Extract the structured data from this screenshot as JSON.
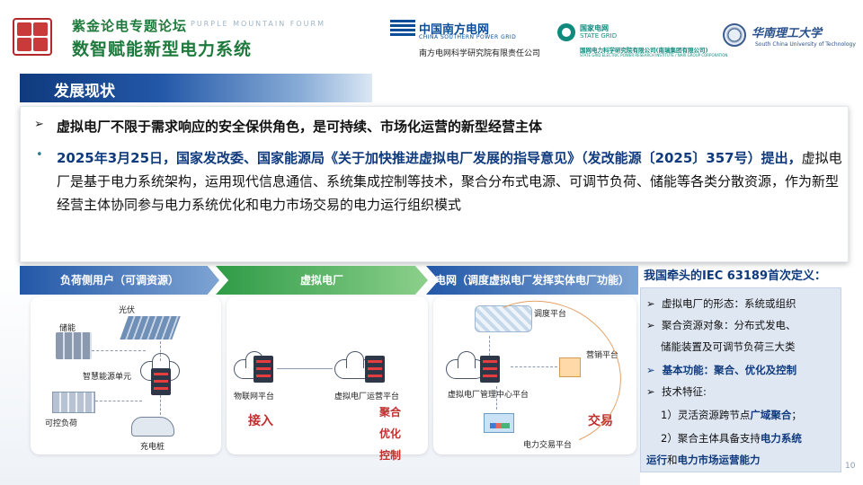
{
  "header": {
    "forum_title": "紫金论电专题论坛",
    "forum_title_en": "PURPLE MOUNTAIN FOURM",
    "forum_subtitle": "数智赋能新型电力系统",
    "csg_name": "中国南方电网",
    "csg_name_en": "CHINA SOUTHERN POWER GRID",
    "csg_institute": "南方电网科学研究院有限责任公司",
    "sg_name": "国家电网",
    "sg_name_en": "STATE GRID",
    "sg_institute": "国网电力科学研究院有限公司(南瑞集团有限公司)",
    "sg_institute_en": "STATE GRID ELECTRIC POWER RESEARCH INSTITUTE / NARI GROUP CORPORATION",
    "university_name": "华南理工大学",
    "university_name_en": "South China University of Technology"
  },
  "section": {
    "title": "发展现状"
  },
  "main": {
    "line1": "虚拟电厂不限于需求响应的安全保供角色，是可持续、市场化运营的新型经营主体",
    "para_highlight": "2025年3月25日，国家发改委、国家能源局《关于加快推进虚拟电厂发展的指导意见》（发改能源〔2025〕357号）提出，",
    "para_rest": "虚拟电厂是基于电力系统架构，运用现代信息通信、系统集成控制等技术，聚合分布式电源、可调节负荷、储能等各类分散资源，作为新型经营主体协同参与电力系统优化和电力市场交易的电力运行组织模式"
  },
  "diagram": {
    "col1_header": "负荷侧用户（可调资源）",
    "col2_header": "虚拟电厂",
    "col3_header": "电网（调度虚拟电厂发挥实体电厂功能）",
    "col1_labels": {
      "pv": "光伏",
      "storage": "储能",
      "smart_unit": "智慧能源单元",
      "load": "可控负荷",
      "charging": "充电桩"
    },
    "col2_labels": {
      "iot": "物联网平台",
      "vpp_op": "虚拟电厂运营平台",
      "access": "接入",
      "aggregate": "聚合",
      "optimize": "优化",
      "control": "控制"
    },
    "col3_labels": {
      "dispatch": "调度平台",
      "marketing": "营销平台",
      "mgmt_center": "虚拟电厂管理中心平台",
      "trade_platform": "电力交易平台",
      "trade": "交易"
    }
  },
  "iec": {
    "title": "我国牵头的IEC 63189首次定义：",
    "item1": "虚拟电厂的形态：系统或组织",
    "item2a": "聚合资源对象：分布式发电、",
    "item2b": "储能装置及可调节负荷三大类",
    "item3": "基本功能：聚合、优化及控制",
    "item4": "技术特征:",
    "sub1_pre": "1）灵活资源跨节点",
    "sub1_hl": "广域聚合",
    "sub1_post": "；",
    "sub2_pre": "2）聚合主体具备支持",
    "sub2_hl": "电力系统",
    "sub3_hl1": "运行",
    "sub3_mid": "和",
    "sub3_hl2": "电力市场运营能力"
  },
  "page_number": "10"
}
